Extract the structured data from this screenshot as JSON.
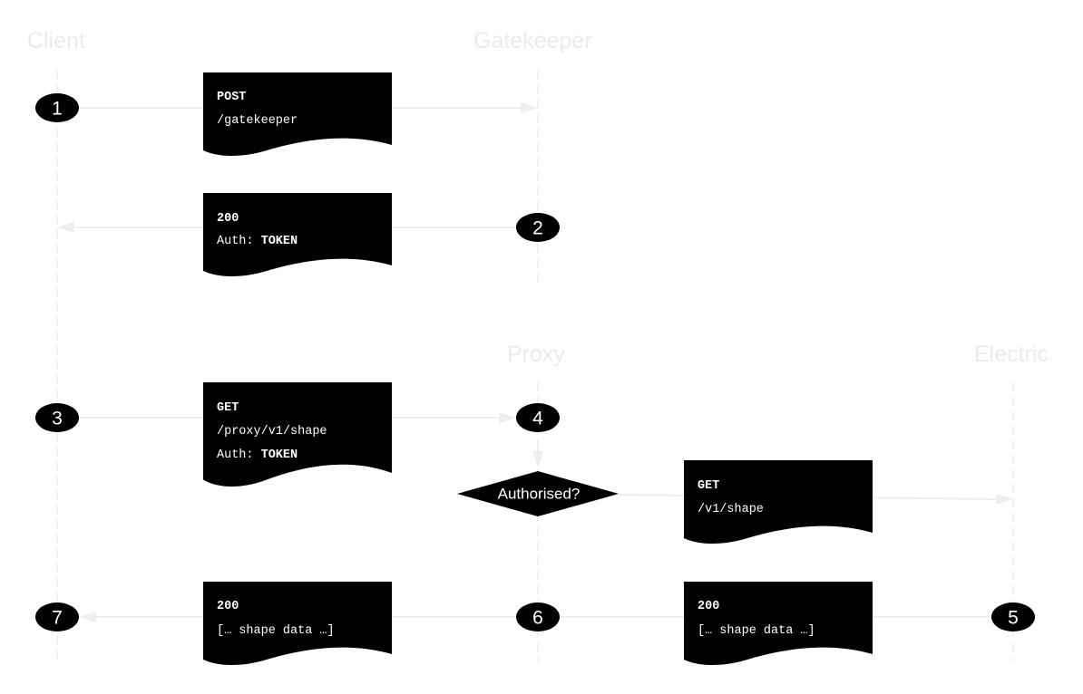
{
  "lanes": {
    "client": "Client",
    "gatekeeper": "Gatekeeper",
    "proxy": "Proxy",
    "electric": "Electric"
  },
  "steps": {
    "s1": "1",
    "s2": "2",
    "s3": "3",
    "s4": "4",
    "s5": "5",
    "s6": "6",
    "s7": "7"
  },
  "messages": {
    "post_gatekeeper": {
      "line1": "POST",
      "line2": "/gatekeeper"
    },
    "token_response": {
      "line1": "200",
      "line2_prefix": "Auth: ",
      "line2_value": "TOKEN"
    },
    "get_proxy": {
      "line1": "GET",
      "line2": "/proxy/v1/shape",
      "line3_prefix": "Auth: ",
      "line3_value": "TOKEN"
    },
    "get_electric": {
      "line1": "GET",
      "line2": "/v1/shape"
    },
    "electric_response": {
      "line1": "200",
      "line2": "[… shape data …]"
    },
    "client_response": {
      "line1": "200",
      "line2": "[… shape data …]"
    }
  },
  "decision": {
    "label": "Authorised?"
  },
  "colors": {
    "shape_fill": "#000000",
    "shape_text": "#ffffff",
    "connector": "#eeeeee",
    "lifeline": "#ececec",
    "lane_title": "#ebebeb"
  }
}
